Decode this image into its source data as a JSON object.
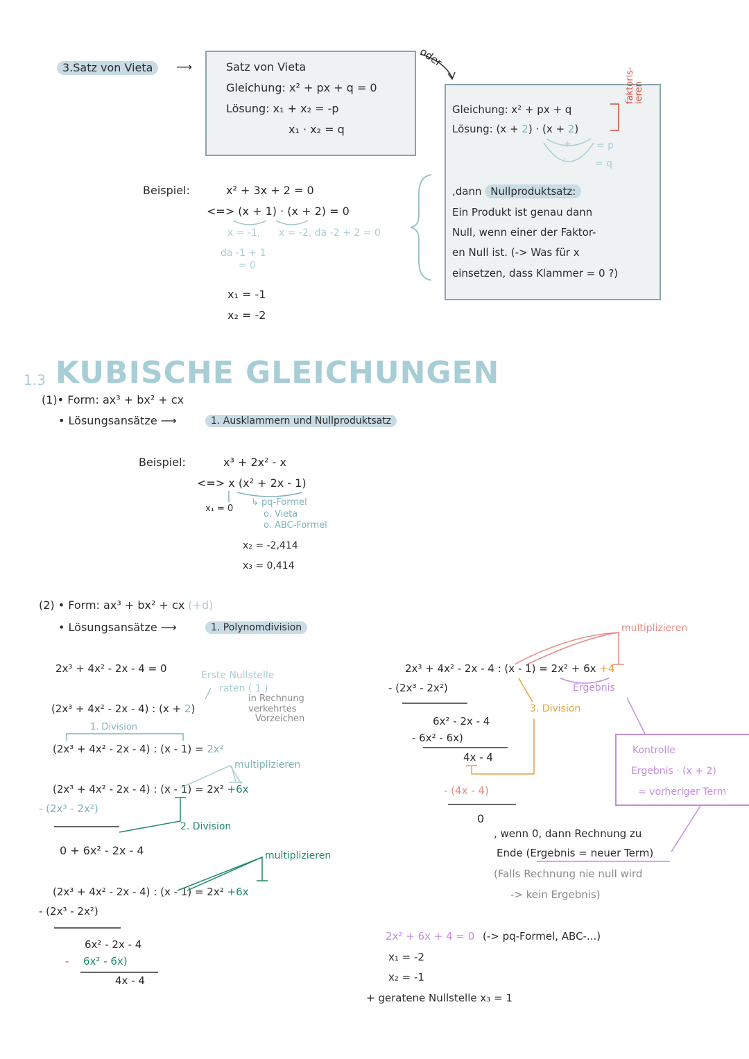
{
  "vieta": {
    "label": "3.Satz von Vieta",
    "arrow": "⟶",
    "box": {
      "title": "Satz von Vieta",
      "eq": "Gleichung: x² + px + q = 0",
      "sol1": "Lösung:  x₁ + x₂ = -p",
      "sol2": "x₁ · x₂ = q"
    },
    "oder": "oder",
    "box2": {
      "eq": "Gleichung: x² + px + q",
      "sol_prefix": "Lösung:  (x + ",
      "sol_a": "2",
      "sol_mid": ") · (x + ",
      "sol_b": "2",
      "sol_suffix": ")",
      "plus_mark": "+",
      "dot_mark": "·",
      "eq_p": "= p",
      "eq_q": "= q",
      "faktor": "faktoris-\nieren",
      "np_prefix": ",dann ",
      "np_label": "Nullproduktsatz:",
      "np_line1": "Ein Produkt ist genau dann",
      "np_line2": "Null, wenn einer der Faktor-",
      "np_line3": "en Null ist. (-> Was für x",
      "np_line4": "einsetzen, dass Klammer = 0 ?)"
    },
    "example": {
      "label": "Beispiel:",
      "line1": "x² + 3x + 2 = 0",
      "line2": "<=> (x + 1) · (x + 2) = 0",
      "note1": "x = -1,",
      "note2": "x = -2, da -2 + 2 = 0",
      "note3": "da -1 + 1",
      "note4": "= 0",
      "x1": "x₁ = -1",
      "x2": "x₂ = -2"
    }
  },
  "section": {
    "number": "1.3",
    "title": "KUBISCHE GLEICHUNGEN"
  },
  "form1": {
    "form": "(1)• Form: ax³ + bx² + cx",
    "ansatz": "• Lösungsansätze  ⟶",
    "method": "1. Ausklammern und Nullproduktsatz",
    "example_label": "Beispiel:",
    "l1": "x³ + 2x² - x",
    "l2": "<=>  x (x² + 2x - 1)",
    "x1": "x₁ = 0",
    "n1": "↳ pq-Formel",
    "n2": "o. Vieta",
    "n3": "o. ABC-Formel",
    "x2": "x₂ = -2,414",
    "x3": "x₃ = 0,414"
  },
  "form2": {
    "form_prefix": "(2) • Form: ax³ + bx² + cx ",
    "form_d": "(+d)",
    "ansatz": "• Lösungsansätze  ⟶",
    "method": "1. Polynomdivision",
    "eq": "2x³ + 4x² - 2x - 4 = 0",
    "guess1": "Erste Nullstelle",
    "guess2": "raten ( 1 )",
    "step1_prefix": "(2x³ + 4x² - 2x - 4) : (x + ",
    "step1_b": "2",
    "step1_suffix": ")",
    "sign1": "in Rechnung",
    "sign2": "verkehrtes",
    "sign3": "Vorzeichen",
    "div1_label": "1. Division",
    "step2": "(2x³ + 4x² - 2x - 4) : (x - 1) = ",
    "step2_res": "2x²",
    "mult_label": "multiplizieren",
    "step3": "(2x³ + 4x² - 2x - 4) : (x - 1) = 2x² ",
    "step3_res": "+6x",
    "sub1": "- (2x³ - 2x²)",
    "div2_label": "2. Division",
    "rest1": "0 + 6x² - 2x - 4",
    "step4": "(2x³ + 4x² - 2x - 4) : (x - 1) = 2x² ",
    "step4_res": "+6x",
    "sub2": "- (2x³ - 2x²)",
    "rest2": "6x² - 2x - 4",
    "sub3_sign": "-",
    "sub3": "6x² - 6x)",
    "rest3": "4x - 4"
  },
  "right": {
    "top": "2x³ + 4x² - 2x - 4 : (x - 1) = 2x² + 6x ",
    "top_res": "+4",
    "mult_label": "multiplizieren",
    "ergebnis": "Ergebnis",
    "sub1": "- (2x³ - 2x²)",
    "div3_label": "3. Division",
    "rest1": "6x² - 2x - 4",
    "sub2": "-  6x² - 6x)",
    "rest2": "4x - 4",
    "sub3": "- (4x - 4)",
    "zero": "0",
    "kontrolle1": "Kontrolle",
    "kontrolle2": "Ergebnis · (x + 2)",
    "kontrolle3": "= vorheriger Term",
    "end1": ", wenn 0, dann Rechnung zu",
    "end2": "Ende (Ergebnis = neuer Term)",
    "end3": "(Falls Rechnung nie null wird",
    "end4": "-> kein Ergebnis)",
    "final_eq": "2x² + 6x + 4 = 0",
    "final_note": "(-> pq-Formel, ABC-...)",
    "x1": "x₁ = -2",
    "x2": "x₂ = -1",
    "x3": "+ geratene Nullstelle x₃ = 1"
  }
}
